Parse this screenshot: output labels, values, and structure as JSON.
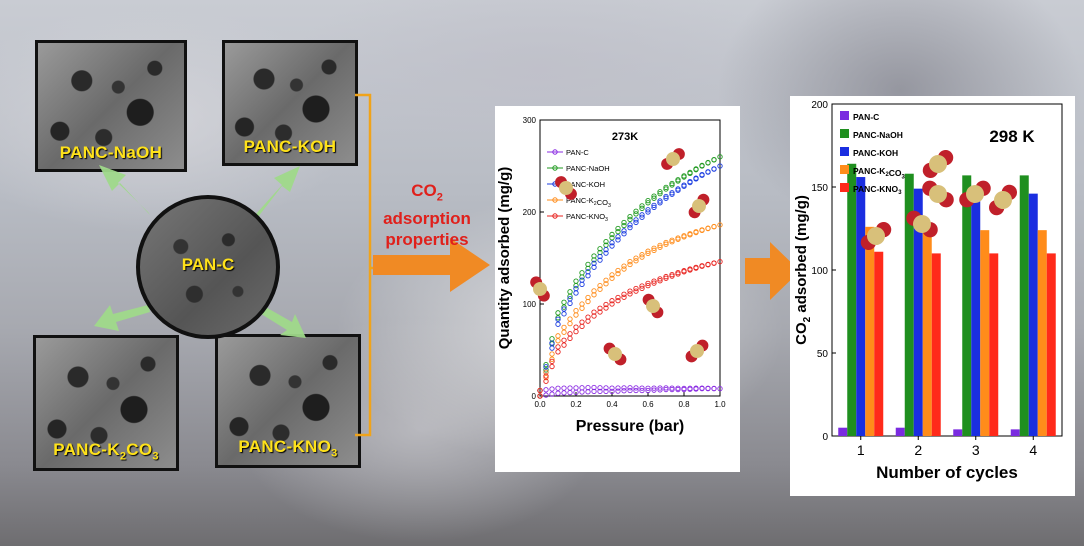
{
  "left": {
    "images": [
      {
        "label": "PANC-NaOH"
      },
      {
        "label": "PANC-KOH"
      },
      {
        "label_main": "PANC-K",
        "label_sub1": "2",
        "label_mid": "CO",
        "label_sub2": "3"
      },
      {
        "label_main": "PANC-KNO",
        "label_sub": "3"
      }
    ],
    "center_label": "PAN-C",
    "arrow_color": "#9fd98a"
  },
  "middle_text": {
    "line1_main": "CO",
    "line1_sub": "2",
    "line2": "adsorption",
    "line3": "properties",
    "color": "#e0201b"
  },
  "arrow_color": "#f08a24",
  "bracket_color": "#f0a31a",
  "chart_data": [
    {
      "type": "scatter",
      "title": "273K",
      "xlabel": "Pressure (bar)",
      "ylabel": "Quantity adsorbed (mg/g)",
      "xlim": [
        0.0,
        1.0
      ],
      "ylim": [
        0,
        300
      ],
      "xticks": [
        "0.0",
        "0.2",
        "0.4",
        "0.6",
        "0.8",
        "1.0"
      ],
      "yticks": [
        "0",
        "100",
        "200",
        "300"
      ],
      "series": [
        {
          "name": "PAN-C",
          "color": "#8a2be2",
          "x": [
            0.0,
            0.1,
            0.2,
            0.3,
            0.4,
            0.5,
            0.6,
            0.7,
            0.8,
            0.9,
            1.0
          ],
          "y": [
            0,
            3,
            4,
            5,
            5,
            6,
            6,
            7,
            7,
            8,
            8
          ]
        },
        {
          "name": "PANC-NaOH",
          "color": "#1f9a1f",
          "x": [
            0.0,
            0.1,
            0.2,
            0.3,
            0.4,
            0.5,
            0.6,
            0.7,
            0.8,
            0.9,
            1.0
          ],
          "y": [
            0,
            85,
            120,
            148,
            172,
            192,
            210,
            225,
            238,
            250,
            260
          ]
        },
        {
          "name": "PANC-KOH",
          "color": "#1a3ce0",
          "x": [
            0.0,
            0.1,
            0.2,
            0.3,
            0.4,
            0.5,
            0.6,
            0.7,
            0.8,
            0.9,
            1.0
          ],
          "y": [
            0,
            78,
            112,
            140,
            163,
            183,
            200,
            215,
            228,
            240,
            250
          ]
        },
        {
          "name": "PANC-K2CO3",
          "color": "#ff8c1a",
          "x": [
            0.0,
            0.1,
            0.2,
            0.3,
            0.4,
            0.5,
            0.6,
            0.7,
            0.8,
            0.9,
            1.0
          ],
          "y": [
            0,
            60,
            88,
            110,
            128,
            143,
            155,
            165,
            173,
            180,
            186
          ]
        },
        {
          "name": "PANC-KNO3",
          "color": "#e8231f",
          "x": [
            0.0,
            0.1,
            0.2,
            0.3,
            0.4,
            0.5,
            0.6,
            0.7,
            0.8,
            0.9,
            1.0
          ],
          "y": [
            0,
            48,
            70,
            87,
            100,
            111,
            120,
            128,
            135,
            141,
            146
          ]
        }
      ],
      "legend": "top-left"
    },
    {
      "type": "bar",
      "title": "298 K",
      "xlabel": "Number of cycles",
      "ylabel_main": "CO",
      "ylabel_sub": "2",
      "ylabel_rest": " adsorbed (mg/g)",
      "categories": [
        "1",
        "2",
        "3",
        "4"
      ],
      "ylim": [
        0,
        200
      ],
      "yticks": [
        "0",
        "50",
        "100",
        "150",
        "200"
      ],
      "series": [
        {
          "name": "PAN-C",
          "color": "#7a2be0",
          "values": [
            5,
            5,
            4,
            4
          ]
        },
        {
          "name": "PANC-NaOH",
          "color": "#1f8f1f",
          "values": [
            164,
            158,
            157,
            157
          ]
        },
        {
          "name": "PANC-KOH",
          "color": "#1a2ee0",
          "values": [
            156,
            149,
            146,
            146
          ]
        },
        {
          "name": "PANC-K2CO3",
          "color": "#ff8c1a",
          "values": [
            126,
            124,
            124,
            124
          ]
        },
        {
          "name": "PANC-KNO3",
          "color": "#ff2a1a",
          "values": [
            111,
            110,
            110,
            110
          ]
        }
      ],
      "legend": "top-left"
    }
  ]
}
